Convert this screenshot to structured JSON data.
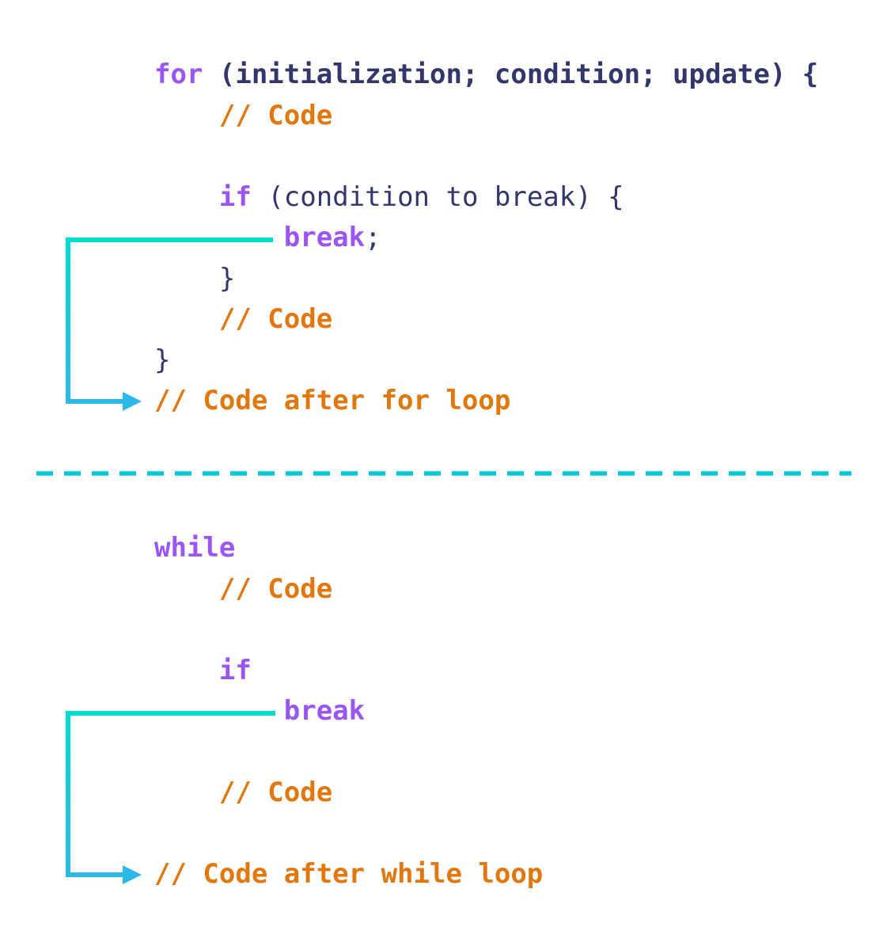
{
  "page": {
    "background": "#ffffff",
    "description": "Diagram comparing how the break statement exits a for loop and a while loop"
  },
  "colors": {
    "keyword": "#9b55f2",
    "code_plain": "#31376d",
    "comment": "#e1770d",
    "arrow_start_teal": "#00dcd0",
    "arrow_end_blue": "#2cb9e9",
    "divider": "#00c9d8"
  },
  "sections": [
    {
      "name": "for-loop-break-example",
      "lines": [
        {
          "tokens": [
            {
              "text": "for",
              "type": "keyword"
            },
            {
              "text": " (initialization; condition; update) {",
              "type": "code-bold"
            }
          ]
        },
        {
          "tokens": [
            {
              "text": "    ",
              "type": "plain"
            },
            {
              "text": "// Code",
              "type": "comment"
            }
          ]
        },
        {
          "tokens": []
        },
        {
          "tokens": [
            {
              "text": "    ",
              "type": "plain"
            },
            {
              "text": "if",
              "type": "keyword"
            },
            {
              "text": " (condition to break) {",
              "type": "plain"
            }
          ]
        },
        {
          "tokens": [
            {
              "text": "        ",
              "type": "plain"
            },
            {
              "text": "break",
              "type": "keyword"
            },
            {
              "text": ";",
              "type": "plain"
            }
          ]
        },
        {
          "tokens": [
            {
              "text": "    }",
              "type": "plain"
            }
          ]
        },
        {
          "tokens": [
            {
              "text": "    ",
              "type": "plain"
            },
            {
              "text": "// Code",
              "type": "comment"
            }
          ]
        },
        {
          "tokens": [
            {
              "text": "}",
              "type": "plain"
            }
          ]
        },
        {
          "tokens": [
            {
              "text": "// Code after for loop",
              "type": "comment"
            }
          ]
        }
      ]
    },
    {
      "name": "while-loop-break-example",
      "lines": [
        {
          "tokens": [
            {
              "text": "while",
              "type": "keyword"
            }
          ]
        },
        {
          "tokens": [
            {
              "text": "    ",
              "type": "plain"
            },
            {
              "text": "// Code",
              "type": "comment"
            }
          ]
        },
        {
          "tokens": []
        },
        {
          "tokens": [
            {
              "text": "    ",
              "type": "plain"
            },
            {
              "text": "if",
              "type": "keyword"
            }
          ]
        },
        {
          "tokens": [
            {
              "text": "        ",
              "type": "plain"
            },
            {
              "text": "break",
              "type": "keyword"
            }
          ]
        },
        {
          "tokens": []
        },
        {
          "tokens": [
            {
              "text": "    ",
              "type": "plain"
            },
            {
              "text": "// Code",
              "type": "comment"
            }
          ]
        },
        {
          "tokens": []
        },
        {
          "tokens": [
            {
              "text": "// Code after while loop",
              "type": "comment"
            }
          ]
        }
      ]
    }
  ],
  "arrows": [
    {
      "name": "for-break-exit-arrow",
      "from": "break;",
      "to": "// Code after for loop"
    },
    {
      "name": "while-break-exit-arrow",
      "from": "break",
      "to": "// Code after while loop"
    }
  ],
  "divider": {
    "name": "section-divider",
    "style": "dashed horizontal line separating for-loop and while-loop examples"
  }
}
